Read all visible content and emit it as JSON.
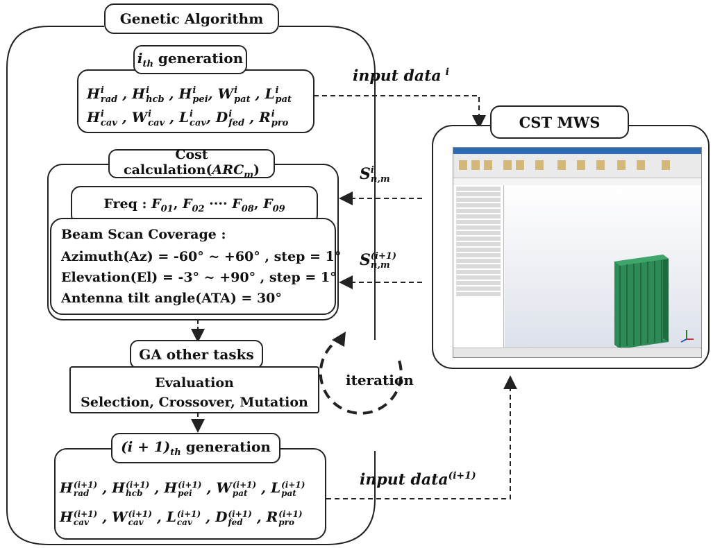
{
  "titles": {
    "genetic_algorithm": "Genetic Algorithm",
    "ith_generation_sym": "i",
    "ith_generation_sub": "th",
    "ith_generation_word": "generation",
    "cost_calculation": "Cost calculation(",
    "cost_sym": "ARC",
    "cost_sub": "m",
    "cost_close": ")",
    "cst_mws": "CST MWS",
    "ga_other_tasks": "GA other tasks",
    "next_generation_prefix": "(i + 1)",
    "next_generation_sub": "th",
    "next_generation_word": "generation"
  },
  "freq": {
    "prefix": "Freq : ",
    "f01": "F",
    "s01": "01",
    "f02": "F",
    "s02": "02",
    "dots": "····",
    "f08": "F",
    "s08": "08",
    "f09": "F",
    "s09": "09"
  },
  "beam": {
    "heading": "Beam Scan Coverage :",
    "azimuth": "Azimuth(Az) = -60° ~ +60° , step = 1°",
    "elevation": "Elevation(El) = -3° ~ +90° , step = 1°",
    "tilt": "Antenna tilt angle(ATA) = 30°"
  },
  "tasks": {
    "evaluation": "Evaluation",
    "ops": "Selection, Crossover, Mutation"
  },
  "loop": {
    "iteration": "iteration"
  },
  "signals": {
    "input_i": "input data",
    "input_i_sup": "i",
    "s_i": "S",
    "s_i_sup": "i",
    "s_i_sub": "n,m",
    "s_i1": "S",
    "s_i1_sup": "(i+1)",
    "s_i1_sub": "n,m",
    "input_i1": "input data",
    "input_i1_sup": "(i+1)"
  },
  "ith_vars": {
    "r1": [
      {
        "b": "H",
        "sup": "i",
        "sub": "rad",
        "sep": " , "
      },
      {
        "b": "H",
        "sup": "i",
        "sub": "hcb",
        "sep": " , "
      },
      {
        "b": "H",
        "sup": "i",
        "sub": "pei",
        "sep": ", "
      },
      {
        "b": "W",
        "sup": "i",
        "sub": "pat",
        "sep": " , "
      },
      {
        "b": "L",
        "sup": "i",
        "sub": "pat",
        "sep": ""
      }
    ],
    "r2": [
      {
        "b": "H",
        "sup": "i",
        "sub": "cav",
        "sep": " , "
      },
      {
        "b": "W",
        "sup": "i",
        "sub": "cav",
        "sep": " , "
      },
      {
        "b": "L",
        "sup": "i",
        "sub": "cav",
        "sep": ", "
      },
      {
        "b": "D",
        "sup": "i",
        "sub": "fed",
        "sep": " , "
      },
      {
        "b": "R",
        "sup": "i",
        "sub": "pro",
        "sep": ""
      }
    ]
  },
  "next_vars": {
    "r1": [
      {
        "b": "H",
        "sup": "(i+1)",
        "sub": "rad",
        "sep": " , "
      },
      {
        "b": "H",
        "sup": "(i+1)",
        "sub": "hcb",
        "sep": " , "
      },
      {
        "b": "H",
        "sup": "(i+1)",
        "sub": "pei",
        "sep": " , "
      },
      {
        "b": "W",
        "sup": "(i+1)",
        "sub": "pat",
        "sep": " , "
      },
      {
        "b": "L",
        "sup": "(i+1)",
        "sub": "pat",
        "sep": ""
      }
    ],
    "r2": [
      {
        "b": "H",
        "sup": "(i+1)",
        "sub": "cav",
        "sep": " , "
      },
      {
        "b": "W",
        "sup": "(i+1)",
        "sub": "cav",
        "sep": " , "
      },
      {
        "b": "L",
        "sup": "(i+1)",
        "sub": "cav",
        "sep": " , "
      },
      {
        "b": "D",
        "sup": "(i+1)",
        "sub": "fed",
        "sep": " , "
      },
      {
        "b": "R",
        "sup": "(i+1)",
        "sub": "pro",
        "sep": ""
      }
    ]
  },
  "icons": {
    "cst_window": "cst-software-screenshot",
    "antenna_model": "antenna-array-model"
  },
  "colors": {
    "line": "#222222",
    "model_green": "#2e8b57"
  }
}
